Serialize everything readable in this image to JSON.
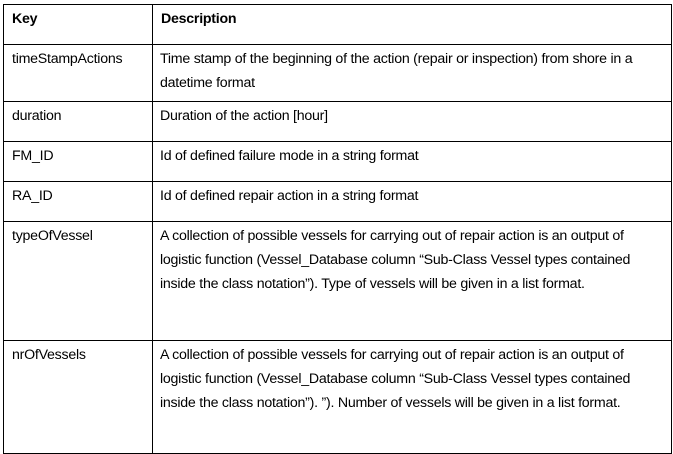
{
  "table": {
    "headers": {
      "key": "Key",
      "description": "Description"
    },
    "rows": [
      {
        "key": "timeStampActions",
        "description": "Time stamp of the beginning of the action (repair or inspection) from shore in a datetime format"
      },
      {
        "key": "duration",
        "description": "Duration of the action [hour]"
      },
      {
        "key": "FM_ID",
        "description": "Id of defined failure mode in a string format"
      },
      {
        "key": "RA_ID",
        "description": "Id of defined repair action in a string format"
      },
      {
        "key": "typeOfVessel",
        "description": "A collection of possible vessels for carrying out of repair action is an output of logistic function (Vessel_Database column “Sub-Class Vessel types contained inside the class notation”). Type of vessels will be given in a list format."
      },
      {
        "key": "nrOfVessels",
        "description": "A collection of possible vessels for carrying out of repair action is an output of logistic function (Vessel_Database column “Sub-Class Vessel types contained inside the class notation”). ”). Number of vessels will be given in a list format."
      }
    ]
  }
}
